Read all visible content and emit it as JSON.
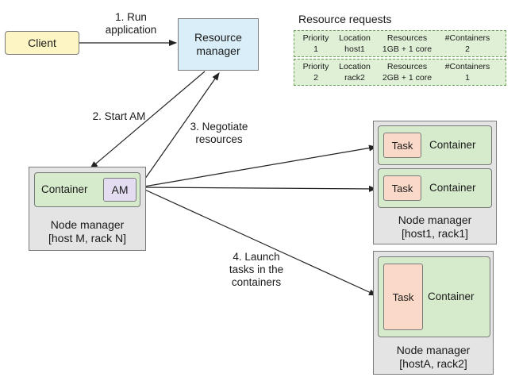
{
  "client": {
    "label": "Client"
  },
  "resource_manager": {
    "label": "Resource\nmanager"
  },
  "steps": {
    "run_app": "1. Run\napplication",
    "start_am": "2. Start AM",
    "negotiate": "3. Negotiate\nresources",
    "launch": "4. Launch\ntasks in the\ncontainers"
  },
  "resource_requests": {
    "title": "Resource requests",
    "headers": [
      "Priority",
      "Location",
      "Resources",
      "#Containers"
    ],
    "rows": [
      [
        "1",
        "host1",
        "1GB + 1 core",
        "2"
      ],
      [
        "2",
        "rack2",
        "2GB + 1 core",
        "1"
      ]
    ]
  },
  "am_node": {
    "container_label": "Container",
    "am_label": "AM",
    "node_label": "Node manager\n[host M, rack N]"
  },
  "node1": {
    "containers": [
      {
        "task": "Task",
        "label": "Container"
      },
      {
        "task": "Task",
        "label": "Container"
      }
    ],
    "node_label": "Node manager\n[host1, rack1]"
  },
  "nodeA": {
    "containers": [
      {
        "task": "Task",
        "label": "Container"
      }
    ],
    "node_label": "Node manager\n[hostA, rack2]"
  }
}
